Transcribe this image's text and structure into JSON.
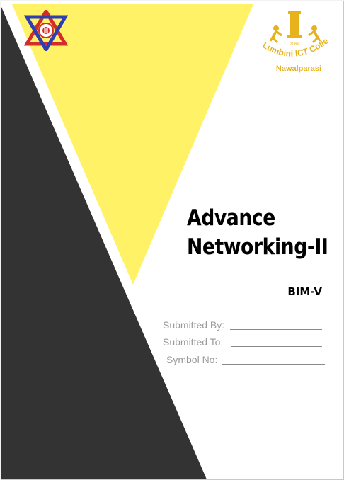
{
  "cover": {
    "title_line1": "Advance",
    "title_line2": "Networking-II",
    "course": "BIM-V",
    "fields": [
      {
        "label": "Submitted By:"
      },
      {
        "label": "Submitted To:"
      },
      {
        "label": "Symbol No:"
      }
    ]
  },
  "logo": {
    "college_name": "Lumbini ICT College",
    "location": "Nawalparasi",
    "year": "2069"
  },
  "colors": {
    "yellow": "#fff267",
    "dark": "#333333",
    "gold": "#e8b21c",
    "emblem_red": "#d42b2b",
    "emblem_blue": "#2f3fb0"
  },
  "icons": [
    "university-emblem-icon",
    "college-logo-icon"
  ]
}
